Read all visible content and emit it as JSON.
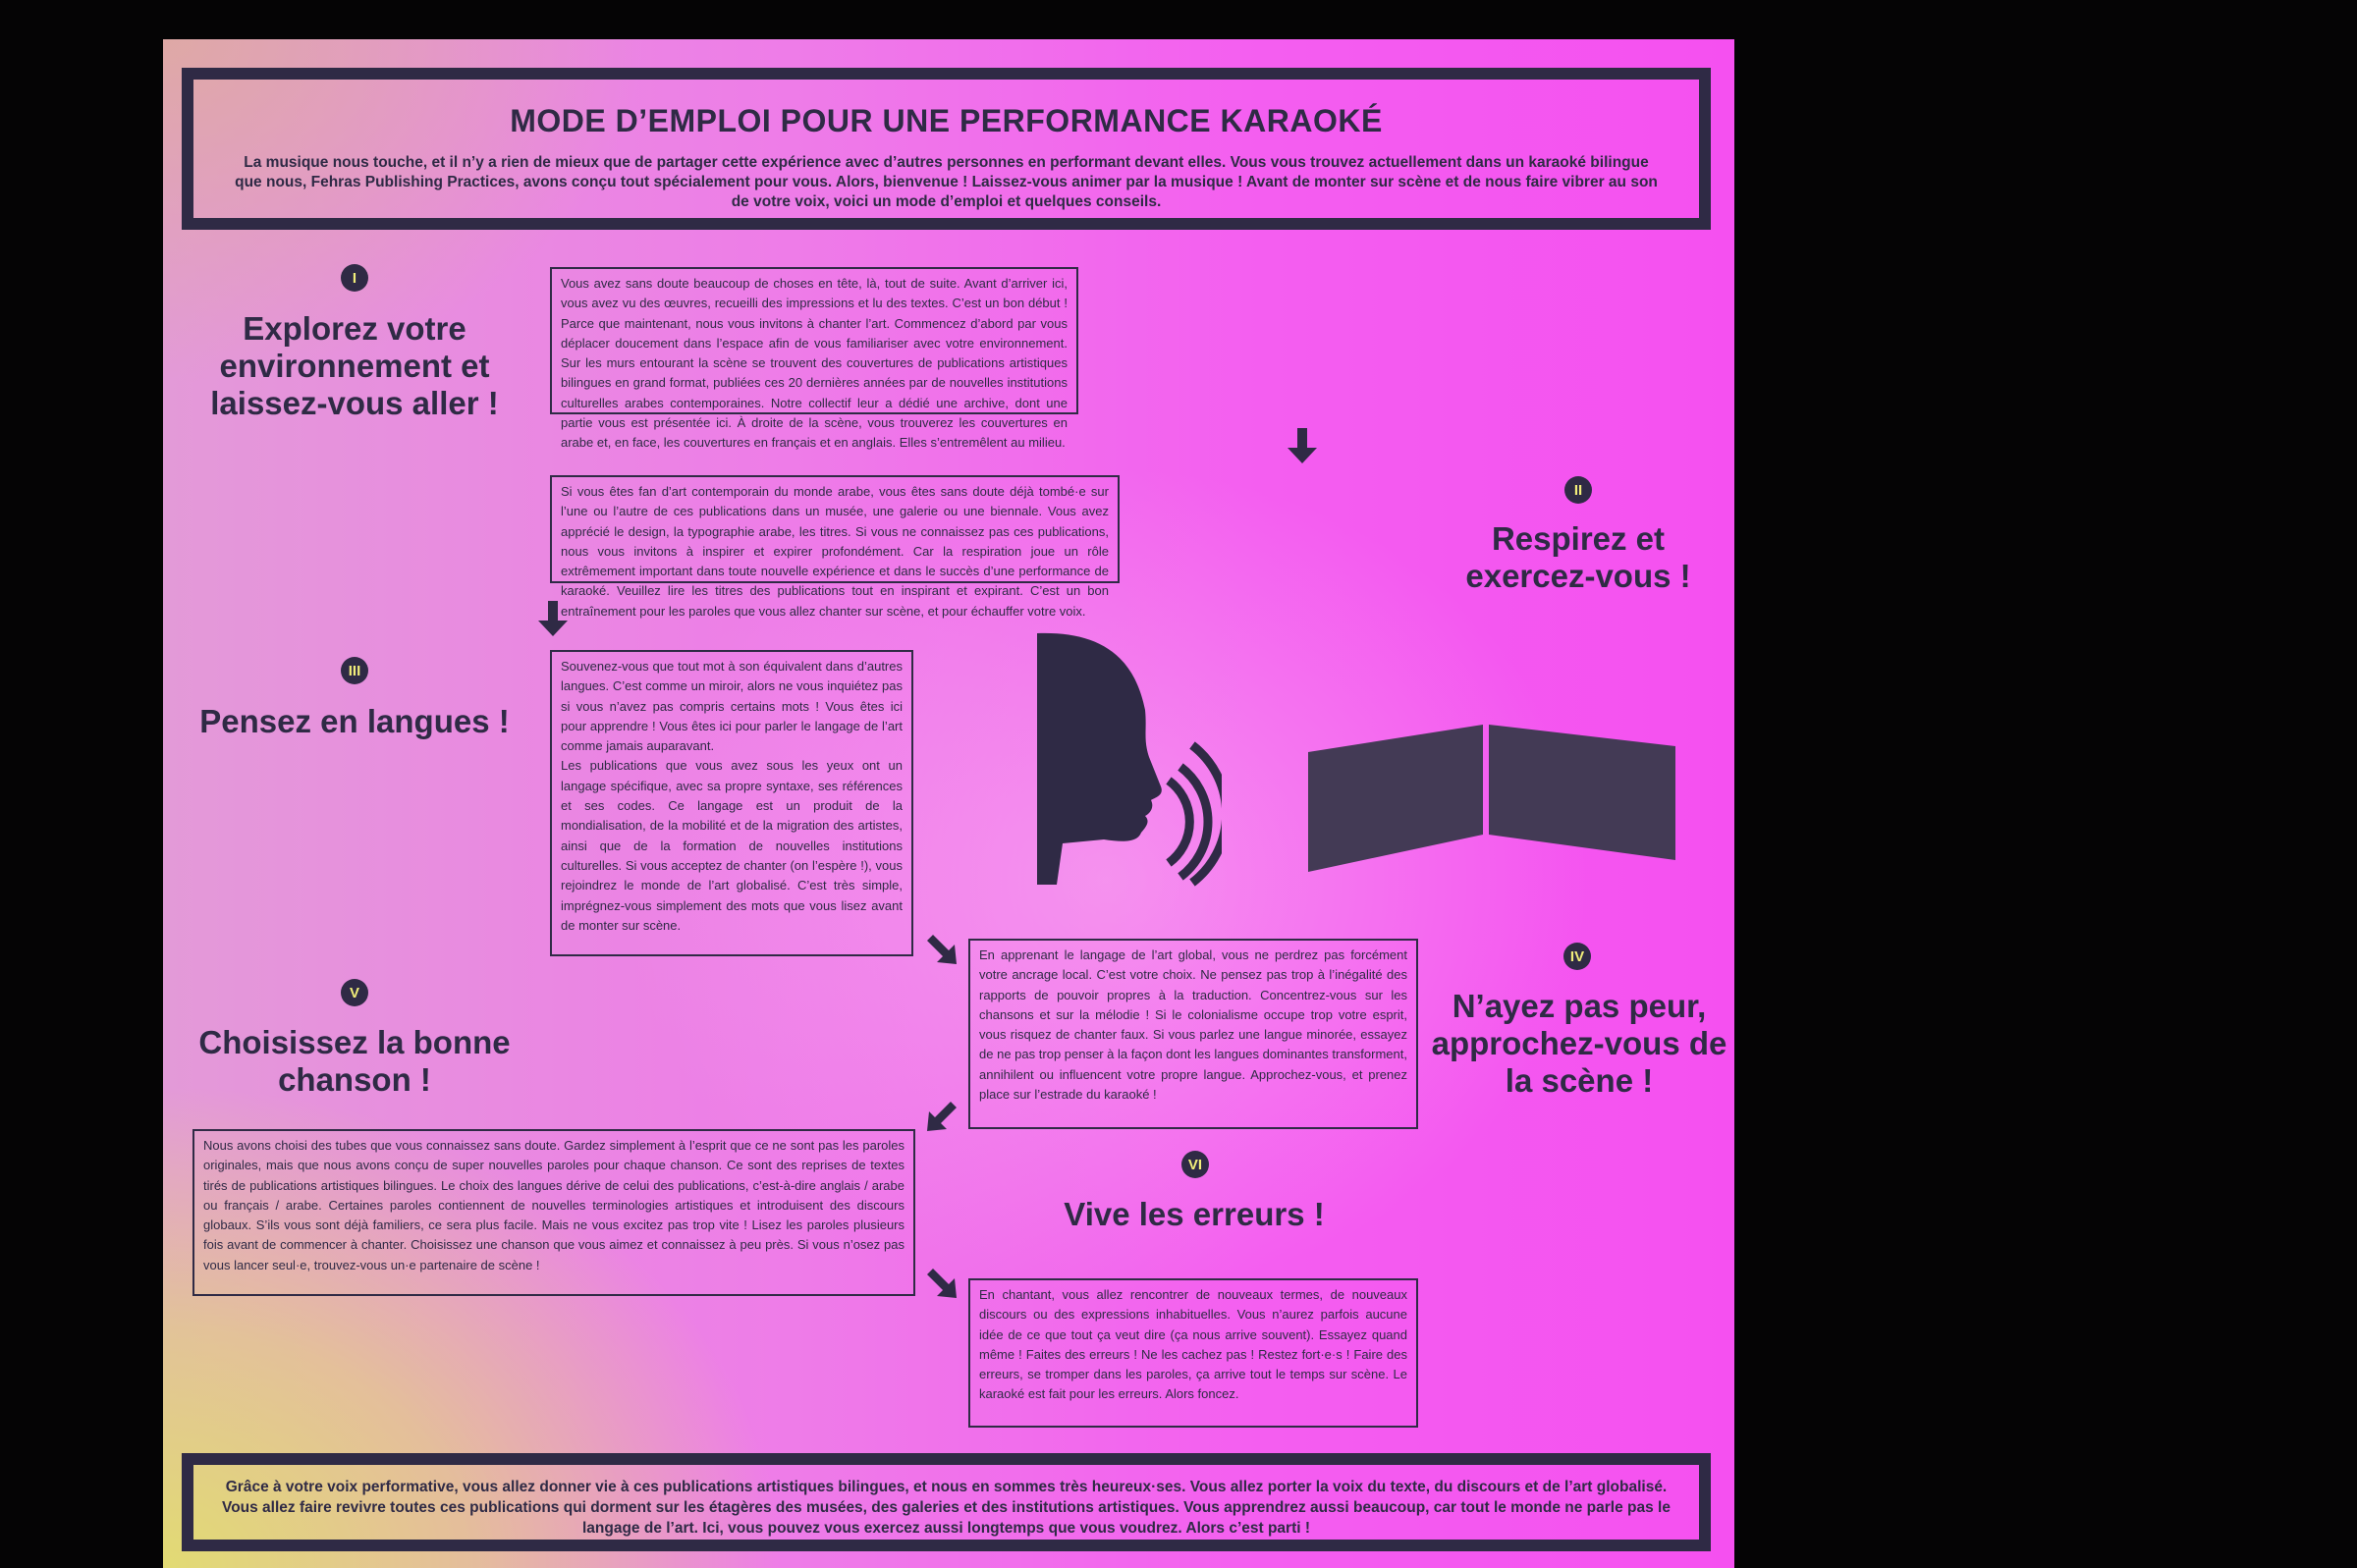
{
  "header": {
    "title": "MODE D’EMPLOI POUR UNE PERFORMANCE KARAOKÉ",
    "intro": "La musique nous touche, et il n’y a rien de mieux que de partager cette expérience avec d’autres personnes en performant devant elles. Vous vous trouvez actuellement dans un karaoké bilingue que nous, Fehras Publishing Practices, avons conçu tout spécialement pour vous. Alors, bienvenue ! Laissez-vous animer par la musique ! Avant de monter sur scène et de nous faire vibrer au son de votre voix, voici un mode d’emploi et quelques conseils."
  },
  "steps": [
    {
      "numeral": "I",
      "heading": "Explorez votre environnement et laissez-vous aller !",
      "text": "Vous avez sans doute beaucoup de choses en tête, là, tout de suite. Avant d’arriver ici, vous avez vu des œuvres, recueilli des impressions et lu des textes. C’est un bon début ! Parce que maintenant, nous vous invitons à chanter l’art. Commencez d’abord par vous déplacer doucement dans l’espace afin de vous familiariser avec votre environnement. Sur les murs entourant la scène se trouvent des couvertures de publications artistiques bilingues en grand format, publiées ces 20 dernières années par de nouvelles institutions culturelles arabes contemporaines. Notre collectif leur a dédié une archive, dont une partie vous est présentée ici. À droite de la scène, vous trouverez les couvertures en arabe et, en face, les couvertures en français et en anglais. Elles s’entremêlent au milieu."
    },
    {
      "numeral": "II",
      "heading": "Respirez et exercez-vous !",
      "text": "Si vous êtes fan d’art contemporain du monde arabe, vous êtes sans doute déjà tombé·e sur l’une ou l’autre de ces publications dans un musée, une galerie ou une biennale. Vous avez apprécié le design, la typographie arabe, les titres. Si vous ne connaissez pas ces publications, nous vous invitons à inspirer et expirer profondément. Car la respiration joue un rôle extrêmement important dans toute nouvelle expérience et dans le succès d’une performance de karaoké. Veuillez lire les titres des publications tout en inspirant et expirant. C’est un bon entraînement pour les paroles que vous allez chanter sur scène, et pour échauffer votre voix."
    },
    {
      "numeral": "III",
      "heading": "Pensez en langues !",
      "text": "Souvenez-vous que tout mot à son équivalent dans d’autres langues. C’est comme un miroir, alors ne vous inquiétez pas si vous n’avez pas compris certains mots ! Vous êtes ici pour apprendre ! Vous êtes ici pour parler le langage de l’art comme jamais auparavant.",
      "text2": "Les publications que vous avez sous les yeux ont un langage spécifique, avec sa propre syntaxe, ses références et ses codes. Ce langage est un produit de la mondialisation, de la mobilité et de la migration des artistes, ainsi que de la formation de nouvelles institutions culturelles. Si vous acceptez de chanter (on l’espère !), vous rejoindrez le monde de l’art globalisé. C’est très simple, imprégnez-vous simplement des mots que vous lisez avant de monter sur scène."
    },
    {
      "numeral": "IV",
      "heading": "N’ayez pas peur, approchez-vous de la scène !",
      "text": "En apprenant le langage de l’art global, vous ne perdrez pas forcément votre ancrage local. C’est votre choix. Ne pensez pas trop à l’inégalité des rapports de pouvoir propres à la traduction. Concentrez-vous sur les chansons et sur la mélodie ! Si le colonialisme occupe trop votre esprit, vous risquez de chanter faux. Si vous parlez une langue minorée, essayez de ne pas trop penser à la façon dont les langues dominantes transforment, annihilent ou influencent votre propre langue. Approchez-vous, et prenez place sur l’estrade du karaoké !"
    },
    {
      "numeral": "V",
      "heading": "Choisissez la bonne chanson !",
      "text": "Nous avons choisi des tubes que vous connaissez sans doute. Gardez simplement à l’esprit que ce ne sont pas les paroles originales, mais que nous avons conçu de super nouvelles paroles pour chaque chanson. Ce sont des reprises de textes tirés de publications artistiques bilingues. Le choix des langues dérive de celui des publications, c’est-à-dire anglais / arabe ou français / arabe. Certaines paroles contiennent de nouvelles terminologies artistiques et introduisent des discours globaux. S’ils vous sont déjà familiers, ce sera plus facile. Mais ne vous excitez pas trop vite ! Lisez les paroles plusieurs fois avant de commencer à chanter. Choisissez une chanson que vous aimez et connaissez à peu près. Si vous n’osez pas vous lancer seul·e, trouvez-vous un·e partenaire de scène !"
    },
    {
      "numeral": "VI",
      "heading": "Vive les erreurs !",
      "text": "En chantant, vous allez rencontrer de nouveaux termes, de nouveaux discours ou des expressions inhabituelles. Vous n’aurez parfois aucune idée de ce que tout ça veut dire (ça nous arrive souvent). Essayez quand même ! Faites des erreurs ! Ne les cachez pas ! Restez fort·e·s ! Faire des erreurs, se tromper dans les paroles, ça arrive tout le temps sur scène. Le karaoké est fait pour les erreurs. Alors foncez."
    }
  ],
  "footer": {
    "text": "Grâce à votre voix performative, vous allez donner vie à ces publications artistiques bilingues, et nous en sommes très heureux·ses. Vous allez porter la voix du texte, du discours et de l’art globalisé. Vous allez faire revivre toutes ces publications qui dorment sur les étagères des musées, des galeries et des institutions artistiques. Vous apprendrez aussi beaucoup, car tout le monde ne parle pas le langage de l’art. Ici, vous pouvez vous exercez aussi longtemps que vous voudrez. Alors c’est parti !"
  },
  "illustrations": {
    "left": "speaking-head-icon",
    "right": "open-book-icon"
  },
  "colors": {
    "ink": "#2f2a45",
    "magenta": "#f550f0",
    "yellow": "#e2de6e",
    "badge_text": "#f2ee7a",
    "background": "#050405"
  }
}
